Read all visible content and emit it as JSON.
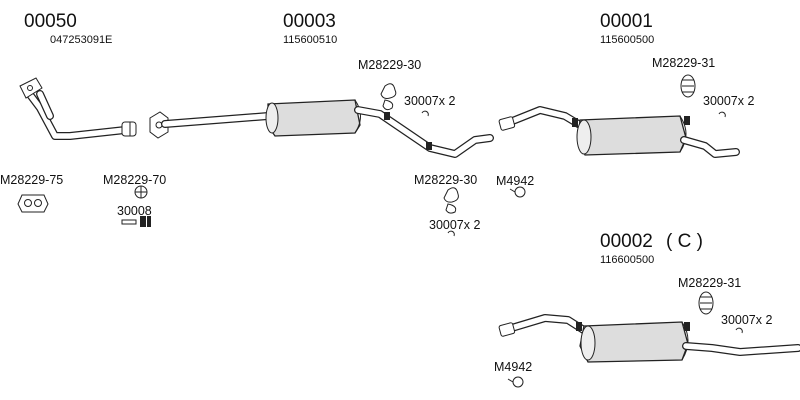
{
  "groups": {
    "g00050": {
      "number": "00050",
      "oem": "047253091E"
    },
    "g00003": {
      "number": "00003",
      "oem": "115600510"
    },
    "g00001": {
      "number": "00001",
      "oem": "115600500"
    },
    "g00002": {
      "number": "00002",
      "variant": "( C )",
      "oem": "116600500"
    }
  },
  "parts": {
    "m28229_30_top": "M28229-30",
    "m28229_30_bot": "M28229-30",
    "m28229_31_a": "M28229-31",
    "m28229_31_b": "M28229-31",
    "m28229_75": "M28229-75",
    "m28229_70": "M28229-70",
    "p30008": "30008",
    "p30007_a": "30007x 2",
    "p30007_b": "30007x 2",
    "p30007_c": "30007x 2",
    "p30007_d": "30007x 2",
    "m4942_a": "M4942",
    "m4942_b": "M4942"
  }
}
